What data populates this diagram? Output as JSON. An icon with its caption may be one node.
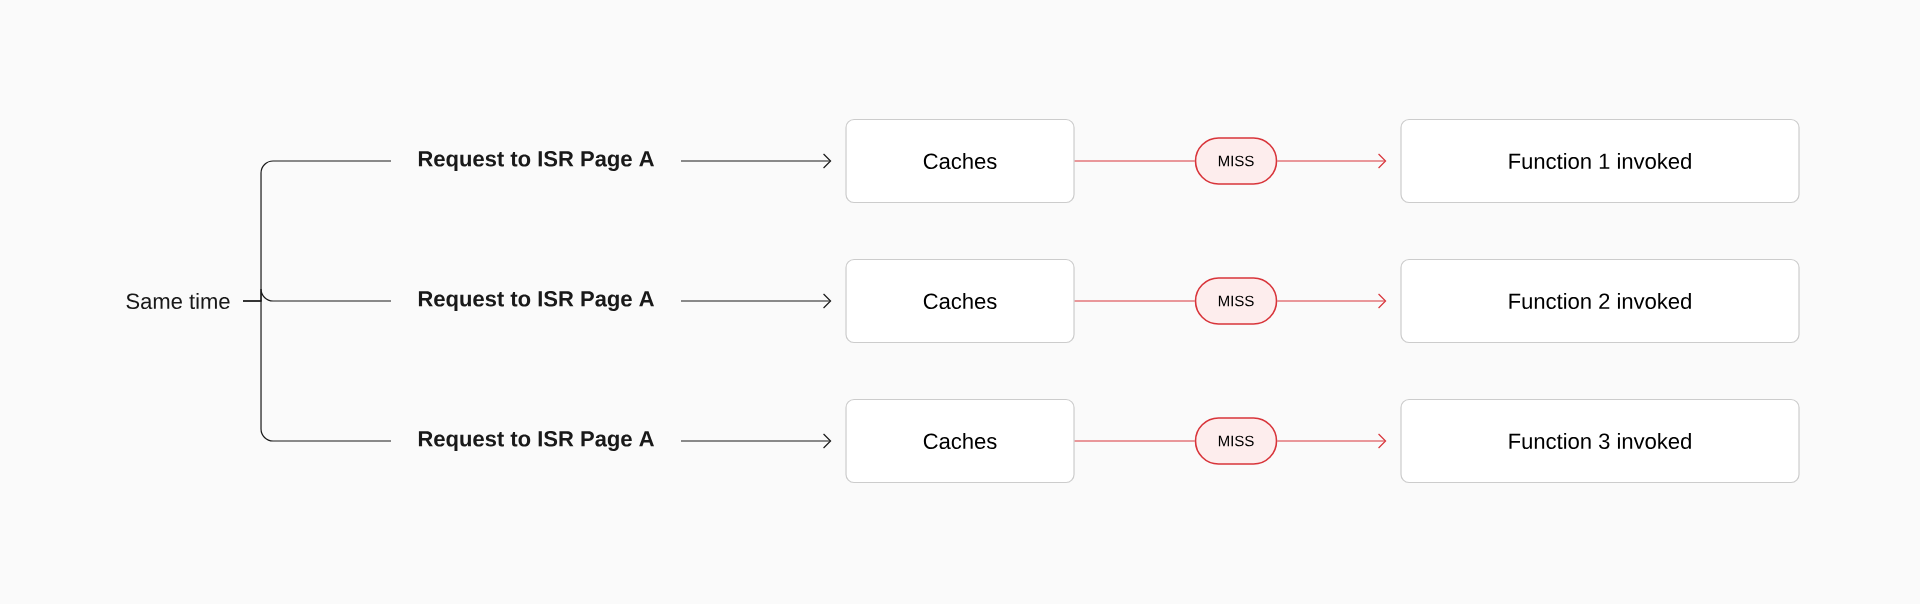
{
  "diagram": {
    "nodes": [
      {
        "text": [
          "Same time"
        ]
      },
      {
        "text": [
          "Request to ISR Page A"
        ]
      },
      {
        "text": [
          "Caches"
        ]
      },
      {
        "text": [
          "MISS"
        ]
      },
      {
        "text": [
          "Function 1 invoked"
        ]
      },
      {
        "text": [
          "Request to ISR Page A"
        ]
      },
      {
        "text": [
          "Caches"
        ]
      },
      {
        "text": [
          "MISS"
        ]
      },
      {
        "text": [
          "Function 2 invoked"
        ]
      },
      {
        "text": [
          "Request to ISR Page A"
        ]
      },
      {
        "text": [
          "Caches"
        ]
      },
      {
        "text": [
          "MISS"
        ]
      },
      {
        "text": [
          "Function 3 invoked"
        ]
      }
    ],
    "edges": [
      {
        "from": 0,
        "to": 1,
        "arrow": "none"
      },
      {
        "from": 0,
        "to": 5,
        "arrow": "none"
      },
      {
        "from": 0,
        "to": 9,
        "arrow": "none"
      },
      {
        "from": 1,
        "to": 2,
        "arrow": "to"
      },
      {
        "from": 2,
        "to": 3,
        "arrow": "none",
        "color": "#d8343a"
      },
      {
        "from": 3,
        "to": 4,
        "arrow": "to",
        "color": "#d8343a"
      },
      {
        "from": 5,
        "to": 6,
        "arrow": "to"
      },
      {
        "from": 6,
        "to": 7,
        "arrow": "none",
        "color": "#d8343a"
      },
      {
        "from": 7,
        "to": 8,
        "arrow": "to",
        "color": "#d8343a"
      },
      {
        "from": 9,
        "to": 10,
        "arrow": "to"
      },
      {
        "from": 10,
        "to": 11,
        "arrow": "none",
        "color": "#d8343a"
      },
      {
        "from": 11,
        "to": 12,
        "arrow": "to",
        "color": "#d8343a"
      }
    ]
  }
}
